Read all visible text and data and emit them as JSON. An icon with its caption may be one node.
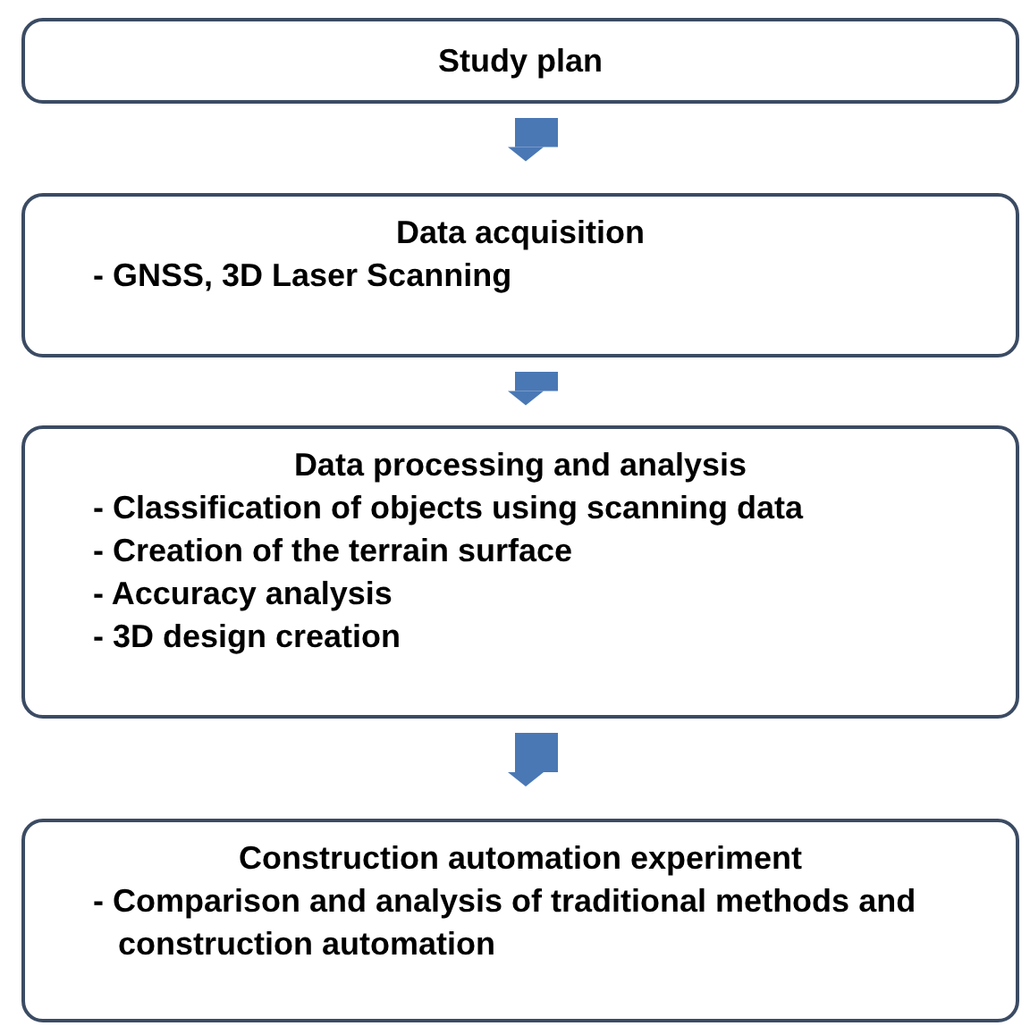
{
  "diagram": {
    "nodes": [
      {
        "text": [
          "Study plan"
        ]
      },
      {
        "text": [
          "Data acquisition",
          "- GNSS, 3D Laser Scanning"
        ]
      },
      {
        "text": [
          "Data processing and analysis",
          "- Classification of objects using scanning data",
          "- Creation of the terrain surface",
          "- Accuracy analysis",
          "- 3D design creation"
        ]
      },
      {
        "text": [
          "Construction automation experiment",
          "- Comparison and analysis of traditional methods and construction automation"
        ]
      }
    ],
    "edges": [
      {
        "from": 0,
        "to": 1,
        "arrow": "to"
      },
      {
        "from": 1,
        "to": 2,
        "arrow": "to"
      },
      {
        "from": 2,
        "to": 3,
        "arrow": "to"
      }
    ]
  }
}
